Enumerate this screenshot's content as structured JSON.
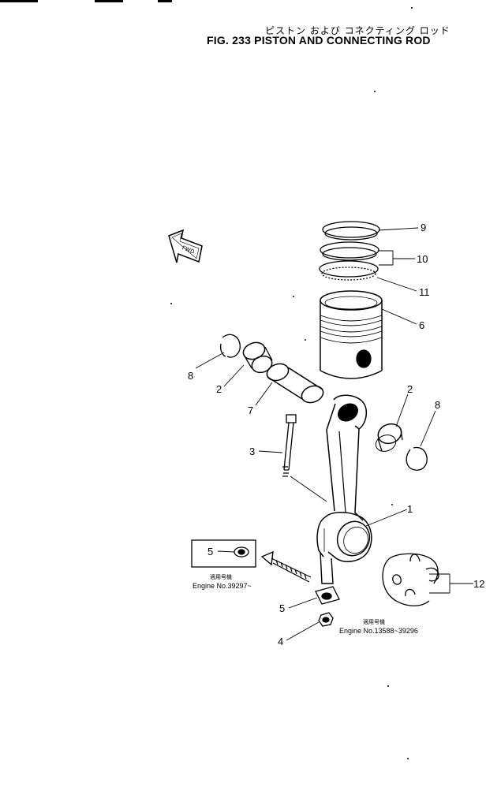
{
  "header": {
    "title_jp": "ピストン および コネクティング ロッド",
    "title_en": "FIG. 233  PISTON AND CONNECTING ROD"
  },
  "fwd_label": "FWD",
  "callouts": {
    "p9": "9",
    "p10": "10",
    "p11": "11",
    "p6": "6",
    "p8_left": "8",
    "p2_left": "2",
    "p7": "7",
    "p2_right": "2",
    "p8_right": "8",
    "p3": "3",
    "p1": "1",
    "p5_box": "5",
    "p5": "5",
    "p4": "4",
    "p12": "12"
  },
  "notes": {
    "left_jp": "適用号機",
    "left_en": "Engine No.39297~",
    "right_jp": "適用号機",
    "right_en": "Engine No.13588~39296"
  }
}
